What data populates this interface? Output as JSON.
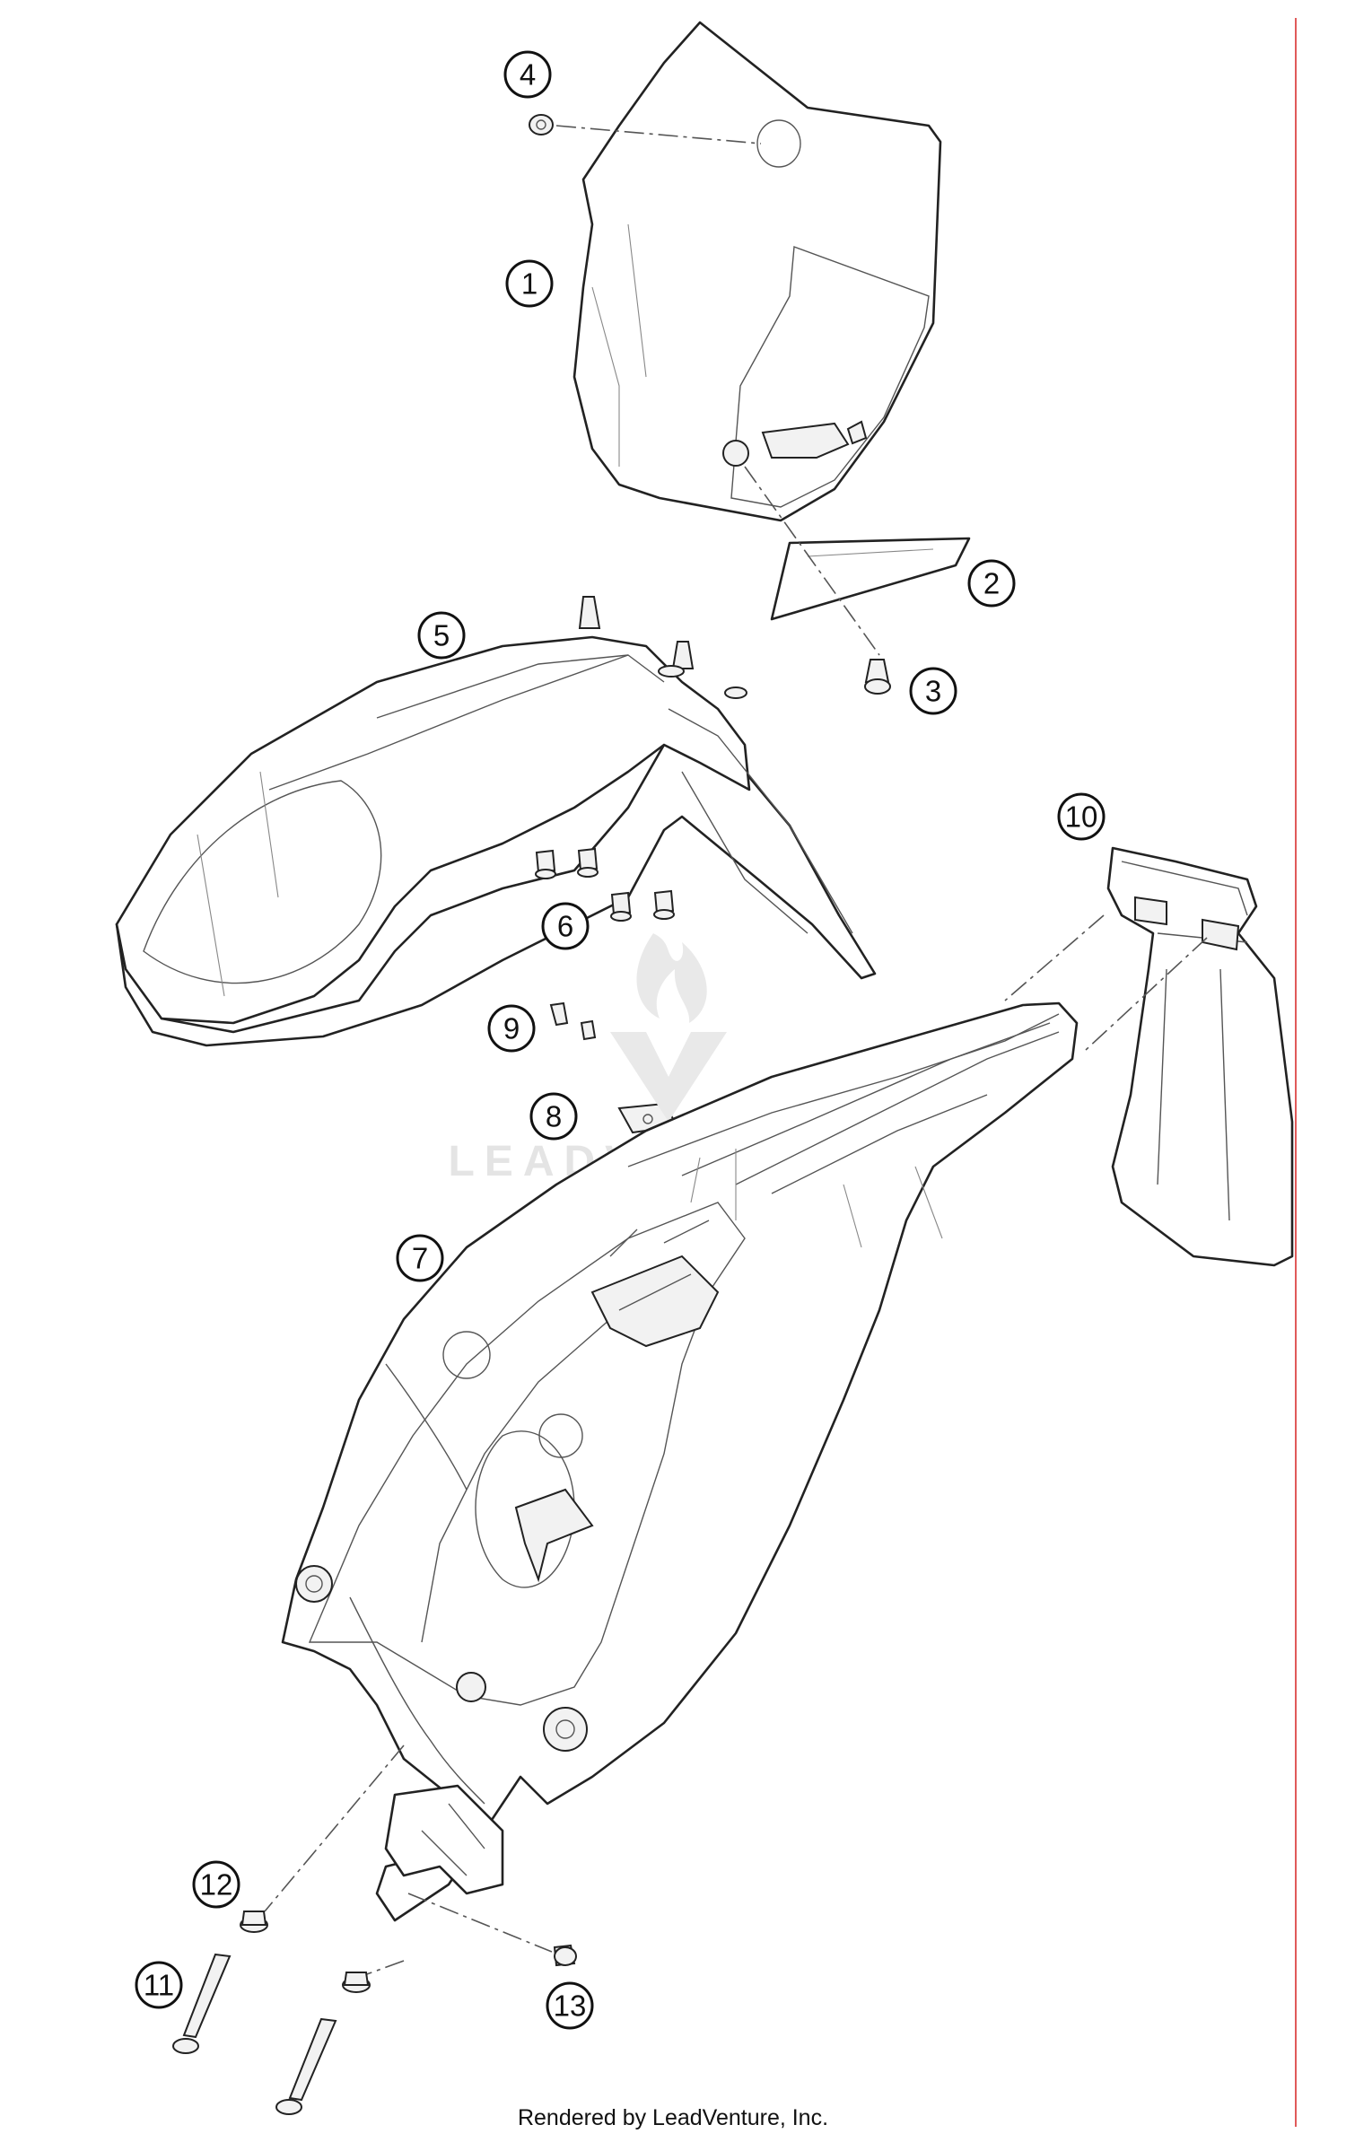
{
  "diagram": {
    "callouts": [
      {
        "id": "1",
        "label": "①"
      },
      {
        "id": "2",
        "label": "②"
      },
      {
        "id": "3",
        "label": "③"
      },
      {
        "id": "4",
        "label": "④"
      },
      {
        "id": "5",
        "label": "⑤"
      },
      {
        "id": "6",
        "label": "⑥"
      },
      {
        "id": "7",
        "label": "⑦"
      },
      {
        "id": "8",
        "label": "⑧"
      },
      {
        "id": "9",
        "label": "⑨"
      },
      {
        "id": "10",
        "label": "⑩"
      },
      {
        "id": "11",
        "label": "⑪"
      },
      {
        "id": "12",
        "label": "⑫"
      },
      {
        "id": "13",
        "label": "⑬"
      }
    ]
  },
  "watermark": {
    "text": "LEADVENTURE"
  },
  "footer": {
    "credit": "Rendered by LeadVenture, Inc."
  },
  "colors": {
    "line": "#222222",
    "margin_rule": "#e05a5a",
    "watermark": "#e4e4e4"
  }
}
